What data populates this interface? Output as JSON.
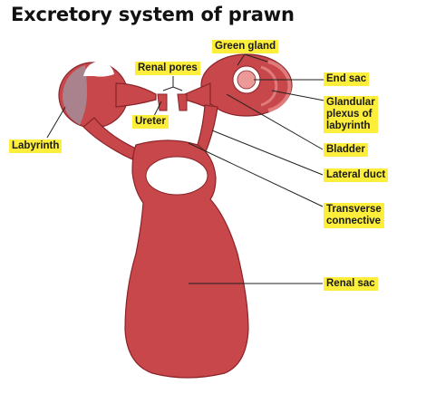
{
  "title": "Excretory system of prawn",
  "colors": {
    "organ_fill": "#c7474a",
    "organ_stroke": "#8a2329",
    "organ_highlight": "#e07b7b",
    "labyrinth_fill": "#a9828d",
    "end_sac_fill": "#ec9a98",
    "label_background": "#fcee3a",
    "leader_line": "#222222"
  },
  "labels": {
    "green_gland": "Green gland",
    "renal_pores": "Renal pores",
    "end_sac": "End sac",
    "glandular_plexus": "Glandular\nplexus of\nlabyrinth",
    "ureter": "Ureter",
    "labyrinth": "Labyrinth",
    "bladder": "Bladder",
    "lateral_duct": "Lateral duct",
    "transverse_connective": "Transverse\nconnective",
    "renal_sac": "Renal sac"
  }
}
